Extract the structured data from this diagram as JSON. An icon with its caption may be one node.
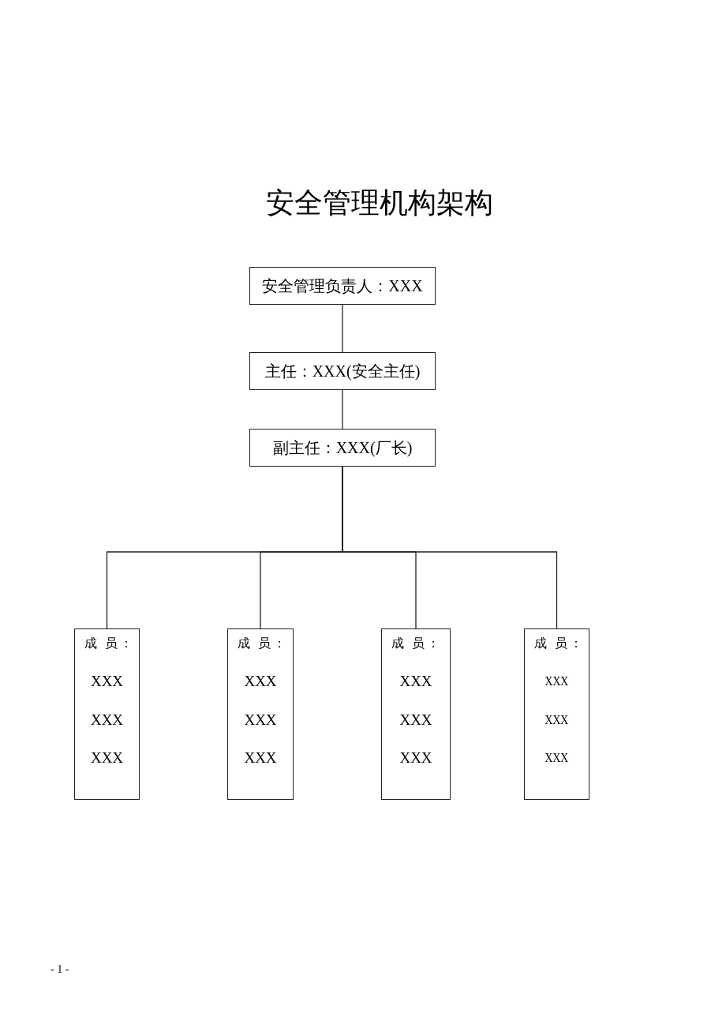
{
  "diagram": {
    "title": "安全管理机构架构",
    "nodes": [
      {
        "text": [
          "安全管理负责人：XXX"
        ]
      },
      {
        "text": [
          "主任：XXX(安全主任)"
        ]
      },
      {
        "text": [
          "副主任：XXX(厂长)"
        ]
      },
      {
        "text": [
          "成 员：",
          "XXX",
          "XXX",
          "XXX"
        ]
      },
      {
        "text": [
          "成 员：",
          "XXX",
          "XXX",
          "XXX"
        ]
      },
      {
        "text": [
          "成 员：",
          "XXX",
          "XXX",
          "XXX"
        ]
      },
      {
        "text": [
          "成 员：",
          "XXX",
          "XXX",
          "XXX"
        ]
      }
    ],
    "edges": [
      {
        "from": 0,
        "to": 1,
        "arrow": "none"
      },
      {
        "from": 1,
        "to": 2,
        "arrow": "none"
      },
      {
        "from": 2,
        "to": 3,
        "arrow": "none"
      },
      {
        "from": 2,
        "to": 4,
        "arrow": "none"
      },
      {
        "from": 2,
        "to": 5,
        "arrow": "none"
      },
      {
        "from": 2,
        "to": 6,
        "arrow": "none"
      }
    ],
    "labels": [
      "- 1 -"
    ]
  }
}
